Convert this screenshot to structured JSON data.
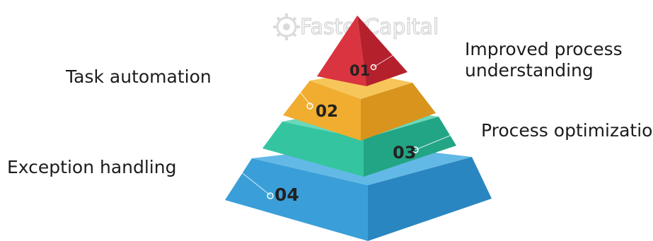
{
  "watermark": {
    "text": "FasterCapital"
  },
  "levels": [
    {
      "number": "01",
      "label_lines": [
        "Improved process",
        "understanding"
      ],
      "color": "#d9343f"
    },
    {
      "number": "02",
      "label_lines": [
        "Task automation"
      ],
      "color": "#f0ad2f"
    },
    {
      "number": "03",
      "label_lines": [
        "Process optimization"
      ],
      "color": "#35c4a0"
    },
    {
      "number": "04",
      "label_lines": [
        "Exception handling"
      ],
      "color": "#3a9fd8"
    }
  ]
}
